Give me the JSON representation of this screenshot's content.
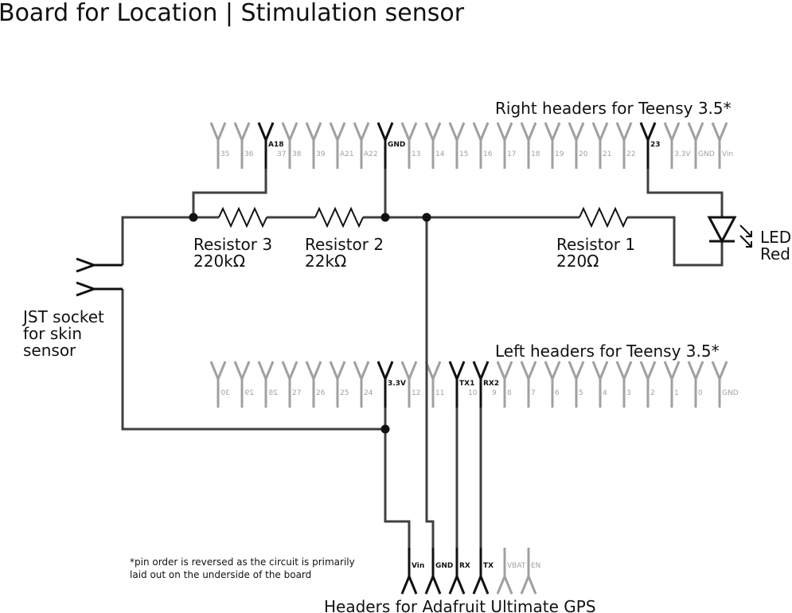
{
  "title": "Board for Location | Stimulation sensor",
  "right_header": {
    "label": "Right headers for Teensy 3.5*",
    "pins": [
      "35",
      "36",
      "37",
      "38",
      "39",
      "A21",
      "A22",
      "GND",
      "13",
      "14",
      "15",
      "16",
      "17",
      "18",
      "19",
      "20",
      "21",
      "22",
      "23",
      "3.3V",
      "GND",
      "Vin"
    ],
    "active": [
      {
        "index": 2,
        "label": "A18"
      },
      {
        "index": 7,
        "label": "GND"
      },
      {
        "index": 18,
        "label": "23"
      }
    ]
  },
  "left_header": {
    "label": "Left headers for Teensy 3.5*",
    "pins": [
      "30",
      "29",
      "28",
      "27",
      "26",
      "25",
      "24",
      "3.3V",
      "12",
      "11",
      "10",
      "9",
      "8",
      "7",
      "6",
      "5",
      "4",
      "3",
      "2",
      "1",
      "0",
      "GND"
    ],
    "mirrored_labels": [
      0,
      1,
      2
    ],
    "active": [
      {
        "index": 7,
        "label": "3.3V"
      },
      {
        "index": 10,
        "label": "TX1"
      },
      {
        "index": 11,
        "label": "RX2"
      }
    ]
  },
  "gps_header": {
    "label": "Headers for Adafruit Ultimate GPS",
    "pins": [
      "Vin",
      "GND",
      "RX",
      "TX",
      "VBAT",
      "EN"
    ],
    "active_count": 4
  },
  "resistors": [
    {
      "name": "Resistor 3",
      "value": "220kΩ"
    },
    {
      "name": "Resistor 2",
      "value": "22kΩ"
    },
    {
      "name": "Resistor 1",
      "value": "220Ω"
    }
  ],
  "led": {
    "line1": "LED",
    "line2": "Red"
  },
  "jst": {
    "line1": "JST socket",
    "line2": "for skin",
    "line3": "sensor"
  },
  "footnote": {
    "line1": "*pin order is reversed as the circuit is primarily",
    "line2": "laid out on the underside of the board"
  }
}
